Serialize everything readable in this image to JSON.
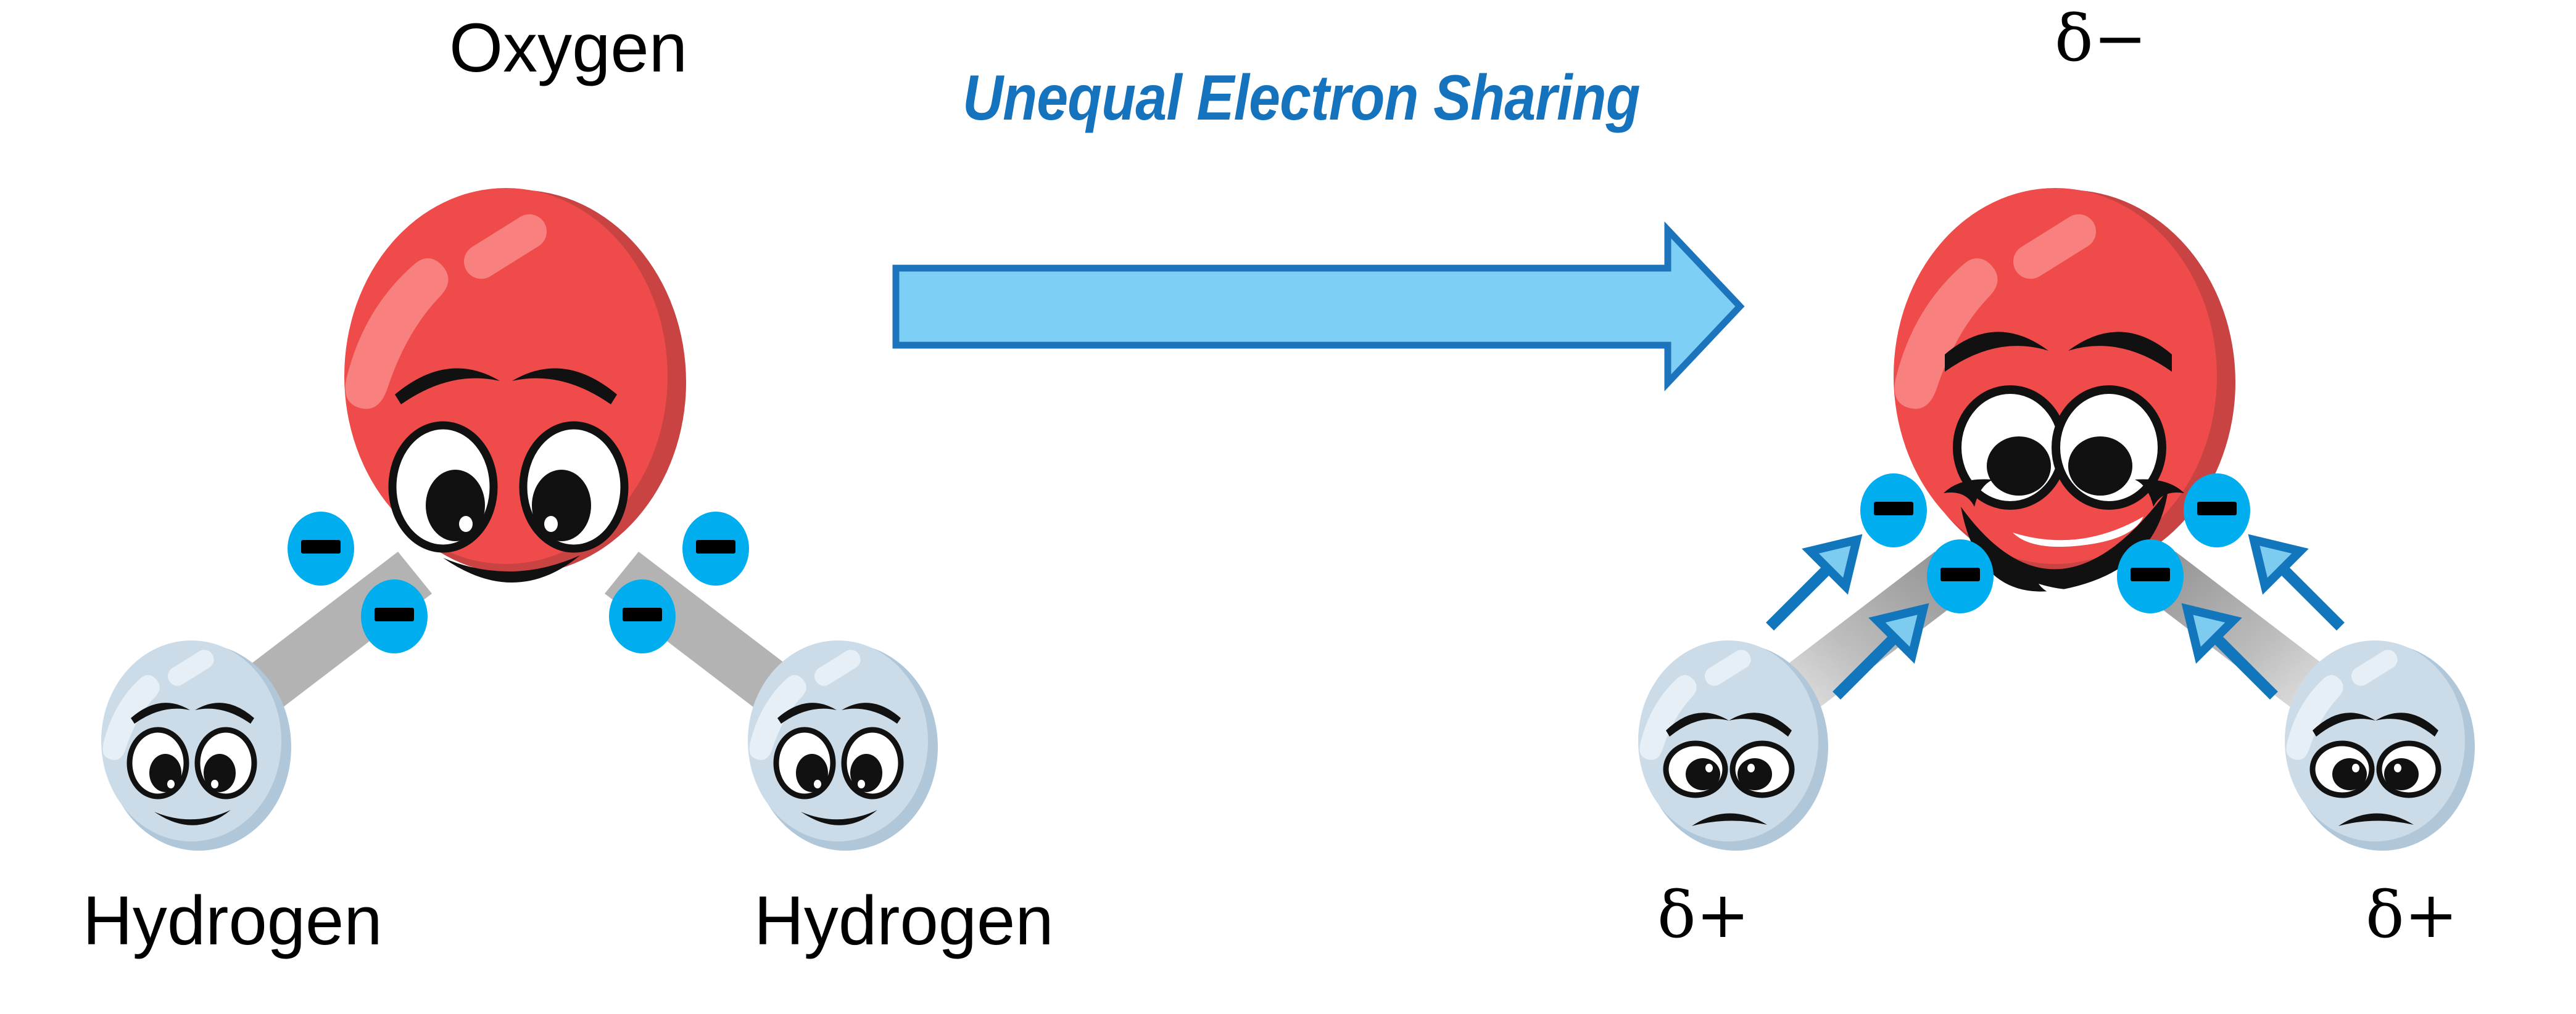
{
  "diagram": {
    "title_concept": "Polar covalent bonding in water",
    "background": "#ffffff"
  },
  "colors": {
    "oxygen_fill": "#EF4B4B",
    "oxygen_shadow": "#C94343",
    "oxygen_highlight": "#F8817F",
    "hydrogen_fill": "#CBDCE8",
    "hydrogen_shadow": "#B0C7DA",
    "hydrogen_highlight": "#E6EFF5",
    "bond_gray": "#B3B3B3",
    "electron_blue": "#00ADEF",
    "minus_black": "#000000",
    "big_arrow_fill": "#7ECFF5",
    "big_arrow_stroke": "#1C75BC",
    "small_arrow_fill": "#7ECBF0",
    "small_arrow_stroke": "#1176BC",
    "caption_blue": "#1573BE",
    "text_black": "#000000"
  },
  "left_molecule": {
    "name": "equal-sharing-water-molecule",
    "oxygen": {
      "label": "Oxygen",
      "mood": "neutral-sad",
      "face": "frown"
    },
    "hydrogens": [
      {
        "label": "Hydrogen",
        "position": "left",
        "mood": "neutral-sad"
      },
      {
        "label": "Hydrogen",
        "position": "right",
        "mood": "neutral-sad"
      }
    ],
    "electrons": [
      {
        "symbol": "−",
        "bond": "left",
        "placement": "midpoint-upper"
      },
      {
        "symbol": "−",
        "bond": "left",
        "placement": "midpoint-lower"
      },
      {
        "symbol": "−",
        "bond": "right",
        "placement": "midpoint-upper"
      },
      {
        "symbol": "−",
        "bond": "right",
        "placement": "midpoint-lower"
      }
    ]
  },
  "transition": {
    "caption": "Unequal Electron Sharing",
    "arrow_direction": "right"
  },
  "right_molecule": {
    "name": "unequal-sharing-water-molecule",
    "oxygen": {
      "label": "δ−",
      "charge_symbol": "δ",
      "charge_sign": "−",
      "mood": "happy",
      "face": "big-grin"
    },
    "hydrogens": [
      {
        "label": "δ+",
        "charge_symbol": "δ",
        "charge_sign": "+",
        "position": "left",
        "mood": "sad"
      },
      {
        "label": "δ+",
        "charge_symbol": "δ",
        "charge_sign": "+",
        "position": "right",
        "mood": "sad"
      }
    ],
    "electrons": [
      {
        "symbol": "−",
        "bond": "left",
        "placement": "shifted-toward-oxygen-upper"
      },
      {
        "symbol": "−",
        "bond": "left",
        "placement": "shifted-toward-oxygen-lower"
      },
      {
        "symbol": "−",
        "bond": "right",
        "placement": "shifted-toward-oxygen-upper"
      },
      {
        "symbol": "−",
        "bond": "right",
        "placement": "shifted-toward-oxygen-lower"
      }
    ],
    "pull_arrows": [
      {
        "bond": "left",
        "direction": "up-right",
        "index": 0
      },
      {
        "bond": "left",
        "direction": "up-right",
        "index": 1
      },
      {
        "bond": "right",
        "direction": "up-left",
        "index": 0
      },
      {
        "bond": "right",
        "direction": "up-left",
        "index": 1
      }
    ]
  }
}
